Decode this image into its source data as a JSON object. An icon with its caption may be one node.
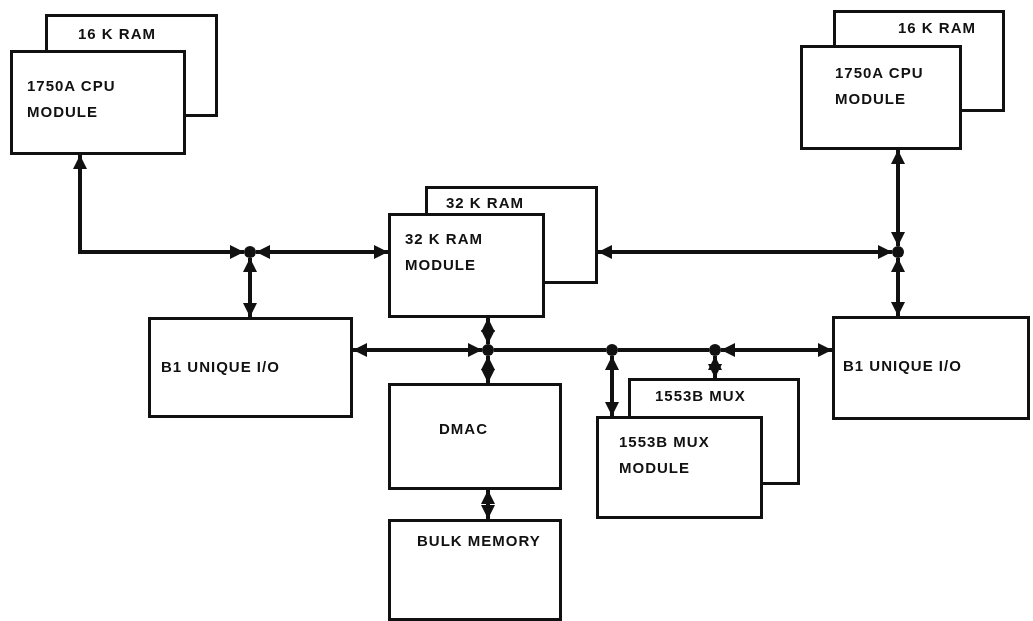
{
  "diagram": {
    "nodes": [
      {
        "text": [
          "16 K RAM"
        ]
      },
      {
        "text": [
          "1750A CPU MODULE"
        ]
      },
      {
        "text": [
          "16 K RAM"
        ]
      },
      {
        "text": [
          "1750A CPU MODULE"
        ]
      },
      {
        "text": [
          "32 K RAM"
        ]
      },
      {
        "text": [
          "32 K RAM MODULE"
        ]
      },
      {
        "text": [
          "B1 UNIQUE I/O"
        ]
      },
      {
        "text": [
          "DMAC"
        ]
      },
      {
        "text": [
          "BULK MEMORY"
        ]
      },
      {
        "text": [
          "B1 UNIQUE I/O"
        ]
      },
      {
        "text": [
          "1553B MUX"
        ]
      },
      {
        "text": [
          "1553B MUX MODULE"
        ]
      },
      {
        "text": [],
        "shape": "circle"
      },
      {
        "text": [],
        "shape": "circle"
      },
      {
        "text": [],
        "shape": "circle"
      },
      {
        "text": [],
        "shape": "circle"
      },
      {
        "text": [],
        "shape": "circle"
      }
    ],
    "edges": [
      {
        "from": 1,
        "to": 12,
        "arrow": "both"
      },
      {
        "from": 12,
        "to": 5,
        "arrow": "both"
      },
      {
        "from": 12,
        "to": 6,
        "arrow": "both"
      },
      {
        "from": 4,
        "to": 13,
        "arrow": "both"
      },
      {
        "from": 3,
        "to": 13,
        "arrow": "both"
      },
      {
        "from": 13,
        "to": 9,
        "arrow": "both"
      },
      {
        "from": 6,
        "to": 14,
        "arrow": "both"
      },
      {
        "from": 14,
        "to": 5,
        "arrow": "both"
      },
      {
        "from": 14,
        "to": 7,
        "arrow": "both"
      },
      {
        "from": 14,
        "to": 15,
        "arrow": "none"
      },
      {
        "from": 15,
        "to": 11,
        "arrow": "both"
      },
      {
        "from": 15,
        "to": 16,
        "arrow": "none"
      },
      {
        "from": 16,
        "to": 10,
        "arrow": "both"
      },
      {
        "from": 16,
        "to": 9,
        "arrow": "both"
      },
      {
        "from": 7,
        "to": 8,
        "arrow": "both"
      }
    ]
  }
}
